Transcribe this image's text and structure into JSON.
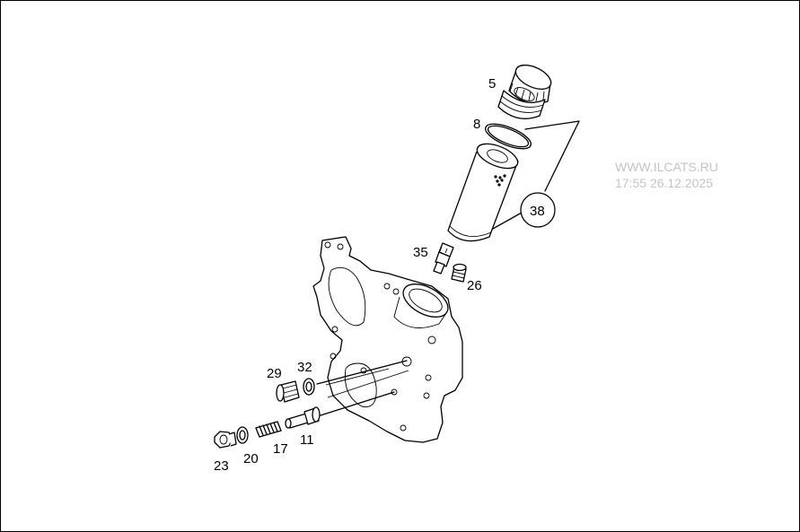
{
  "watermark": {
    "line1": "WWW.ILCATS.RU",
    "line2": "17:55 26.12.2025"
  },
  "callouts": [
    {
      "id": "5",
      "label": "5"
    },
    {
      "id": "8",
      "label": "8"
    },
    {
      "id": "38",
      "label": "38"
    },
    {
      "id": "35",
      "label": "35"
    },
    {
      "id": "26",
      "label": "26"
    },
    {
      "id": "29",
      "label": "29"
    },
    {
      "id": "32",
      "label": "32"
    },
    {
      "id": "17",
      "label": "17"
    },
    {
      "id": "11",
      "label": "11"
    },
    {
      "id": "23",
      "label": "23"
    },
    {
      "id": "20",
      "label": "20"
    }
  ]
}
